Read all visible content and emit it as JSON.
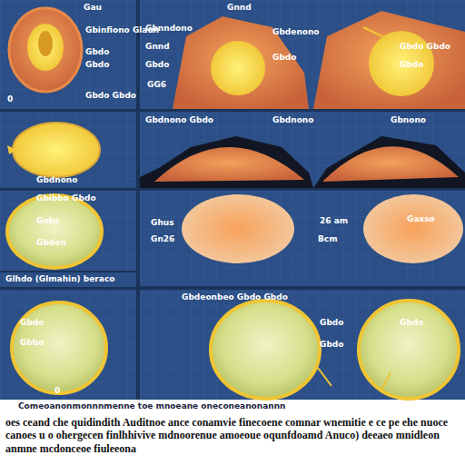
{
  "diagram": {
    "caption": "oes ceand che quidindith Auditnoe ance conamvie finecoene comnar wnemitie e ce pe ehe nuoce canoes u o ohergecen finlhhivive mdnoorenue amoeoue oqunfdoamd Anuco) deeaeo mnidleon anmne mcdonceoe fiuleeona",
    "labels": [
      "Gau",
      "Gbinfiono Glaun",
      "Gbdo",
      "Gbdo",
      "0",
      "Gbdo Gbdo",
      "Gnnd",
      "Gbnndono",
      "Gnnd",
      "Gbdo",
      "GG6",
      "Gbdenono",
      "Gbdo",
      "Gbdo Gbdo",
      "Gbdo",
      "Gbdnono Gbdo",
      "Gbdnono",
      "Gbnono",
      "Gbdnono",
      "Gbibbo Gbdo",
      "Gnbs",
      "Gbdon",
      "Glhdo (Glmahin) beraco",
      "Ghus",
      "Gn26",
      "26 am",
      "Bcm",
      "Gaxso",
      "Gbdo",
      "Gbbo",
      "0",
      "Gbdeonbeo Gbdo Gbdo",
      "Gbdo",
      "Gbdo",
      "Gbdo",
      "Comeoanonmonnnmenne toe mnoeane oneconeanonannn"
    ]
  }
}
